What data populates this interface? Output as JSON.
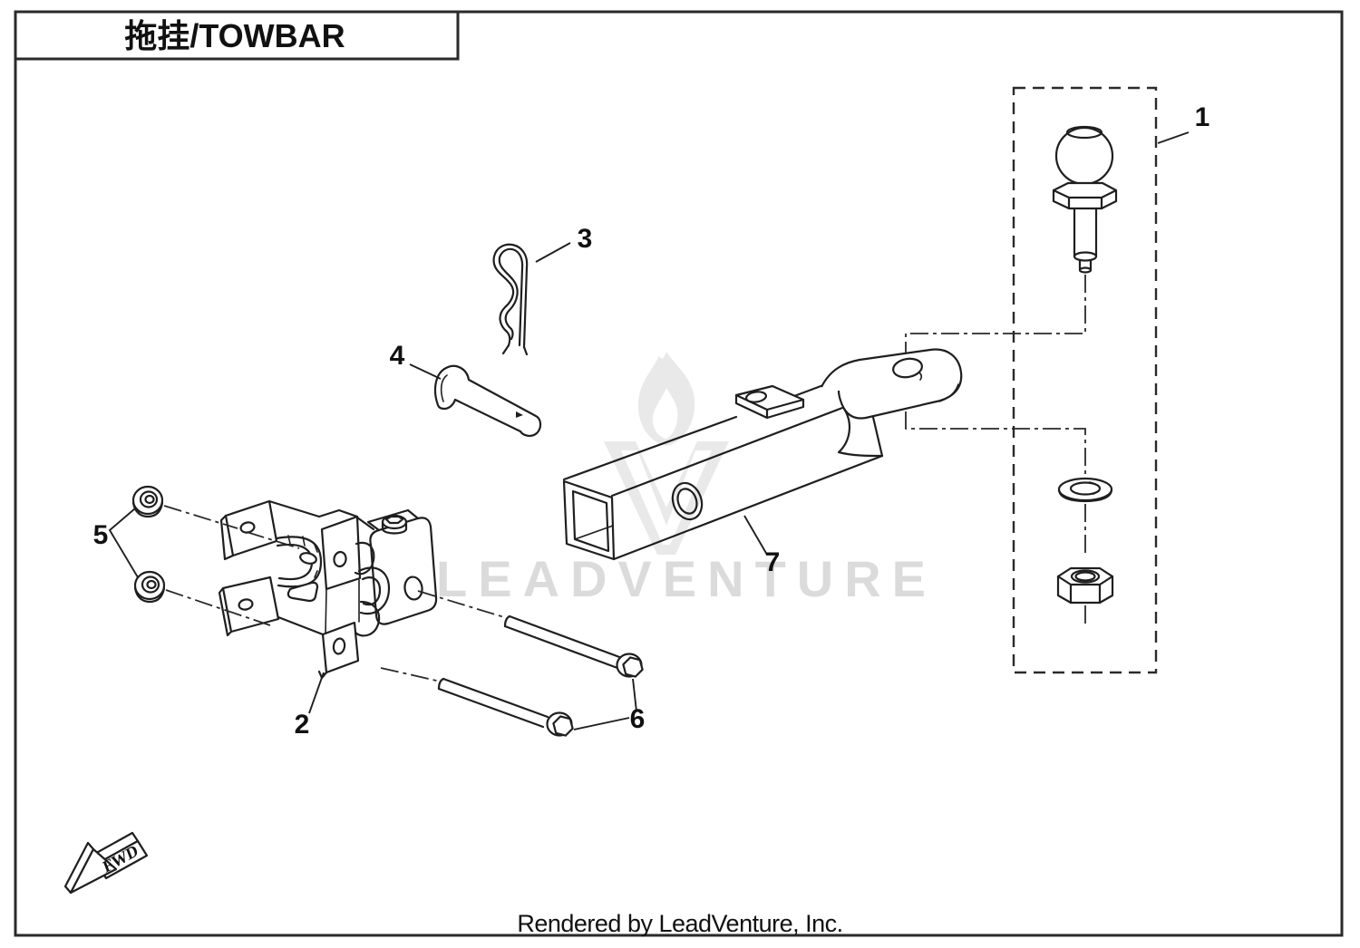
{
  "page": {
    "title": "拖挂/TOWBAR",
    "footer_credit": "Rendered by LeadVenture, Inc.",
    "background": "#ffffff",
    "line_color": "#1f1f1f"
  },
  "watermark": {
    "text": "LEADVENTURE",
    "color": "#dbdbdb",
    "logo": "flame-v-logo"
  },
  "diagram": {
    "fwd_label": "FWD",
    "callouts": [
      "1",
      "2",
      "3",
      "4",
      "5",
      "6",
      "7"
    ]
  }
}
